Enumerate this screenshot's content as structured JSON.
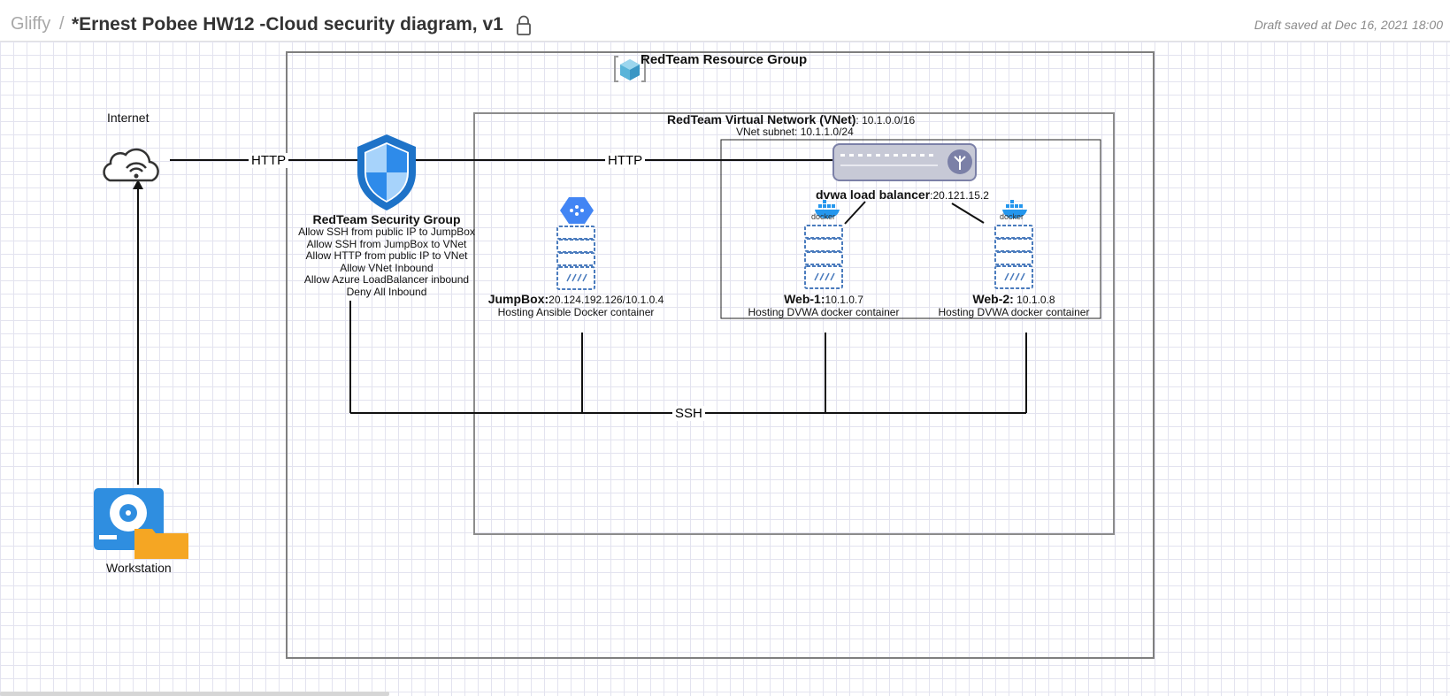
{
  "header": {
    "breadcrumb_root": "Gliffy",
    "separator": "/",
    "title": "*Ernest Pobee HW12 -Cloud security diagram, v1",
    "draft_status": "Draft saved at Dec 16, 2021 18:00"
  },
  "diagram": {
    "resource_group": {
      "label": "RedTeam Resource Group"
    },
    "internet": {
      "label": "Internet"
    },
    "workstation": {
      "label": "Workstation"
    },
    "vnet": {
      "title": "RedTeam Virtual Network (VNet)",
      "address": ": 10.1.0.0/16",
      "subnet": "VNet subnet: 10.1.1.0/24"
    },
    "security_group": {
      "title": "RedTeam Security Group",
      "rules": [
        "Allow SSH from public IP to JumpBox",
        "Allow SSH from JumpBox to VNet",
        "Allow HTTP from public IP to VNet",
        "Allow VNet Inbound",
        "Allow Azure LoadBalancer inbound",
        "Deny All Inbound"
      ]
    },
    "load_balancer": {
      "name": "dvwa load balancer",
      "ip": ":20.121.15.2"
    },
    "jumpbox": {
      "name": "JumpBox:",
      "ip": "20.124.192.126/10.1.0.4",
      "desc": "Hosting Ansible Docker container"
    },
    "web1": {
      "name": "Web-1:",
      "ip": "10.1.0.7",
      "desc": "Hosting DVWA docker container"
    },
    "web2": {
      "name": "Web-2:",
      "ip": " 10.1.0.8",
      "desc": "Hosting DVWA docker container"
    },
    "edges": {
      "http_1": "HTTP",
      "http_2": "HTTP",
      "ssh": "SSH"
    },
    "docker_text": "docker"
  },
  "colors": {
    "shield": "#1e73c8",
    "server_stroke": "#4a7bbd",
    "gcp_blue": "#4285f4",
    "workstation_blue": "#2f8ee0",
    "folder_orange": "#f5a623",
    "docker_blue": "#2496ed",
    "lb_gray": "#c7c9d6"
  }
}
